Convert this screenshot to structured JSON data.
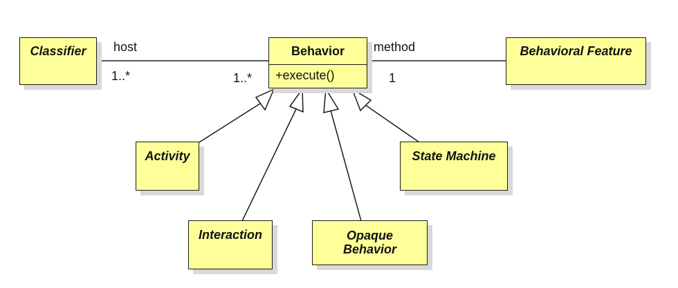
{
  "classes": {
    "classifier": "Classifier",
    "behavior": "Behavior",
    "behavior_operation": "+execute()",
    "behavioral_feature": "Behavioral Feature",
    "activity": "Activity",
    "state_machine": "State Machine",
    "interaction": "Interaction",
    "opaque_line1": "Opaque",
    "opaque_line2": "Behavior"
  },
  "associations": {
    "host": {
      "role": "host",
      "end_left": "1..*",
      "end_right": "1..*"
    },
    "method": {
      "role": "method",
      "end_right": "1"
    }
  },
  "colors": {
    "class_fill": "#ffff99",
    "border": "#1a1a1a",
    "shadow": "#d9d9d9"
  }
}
